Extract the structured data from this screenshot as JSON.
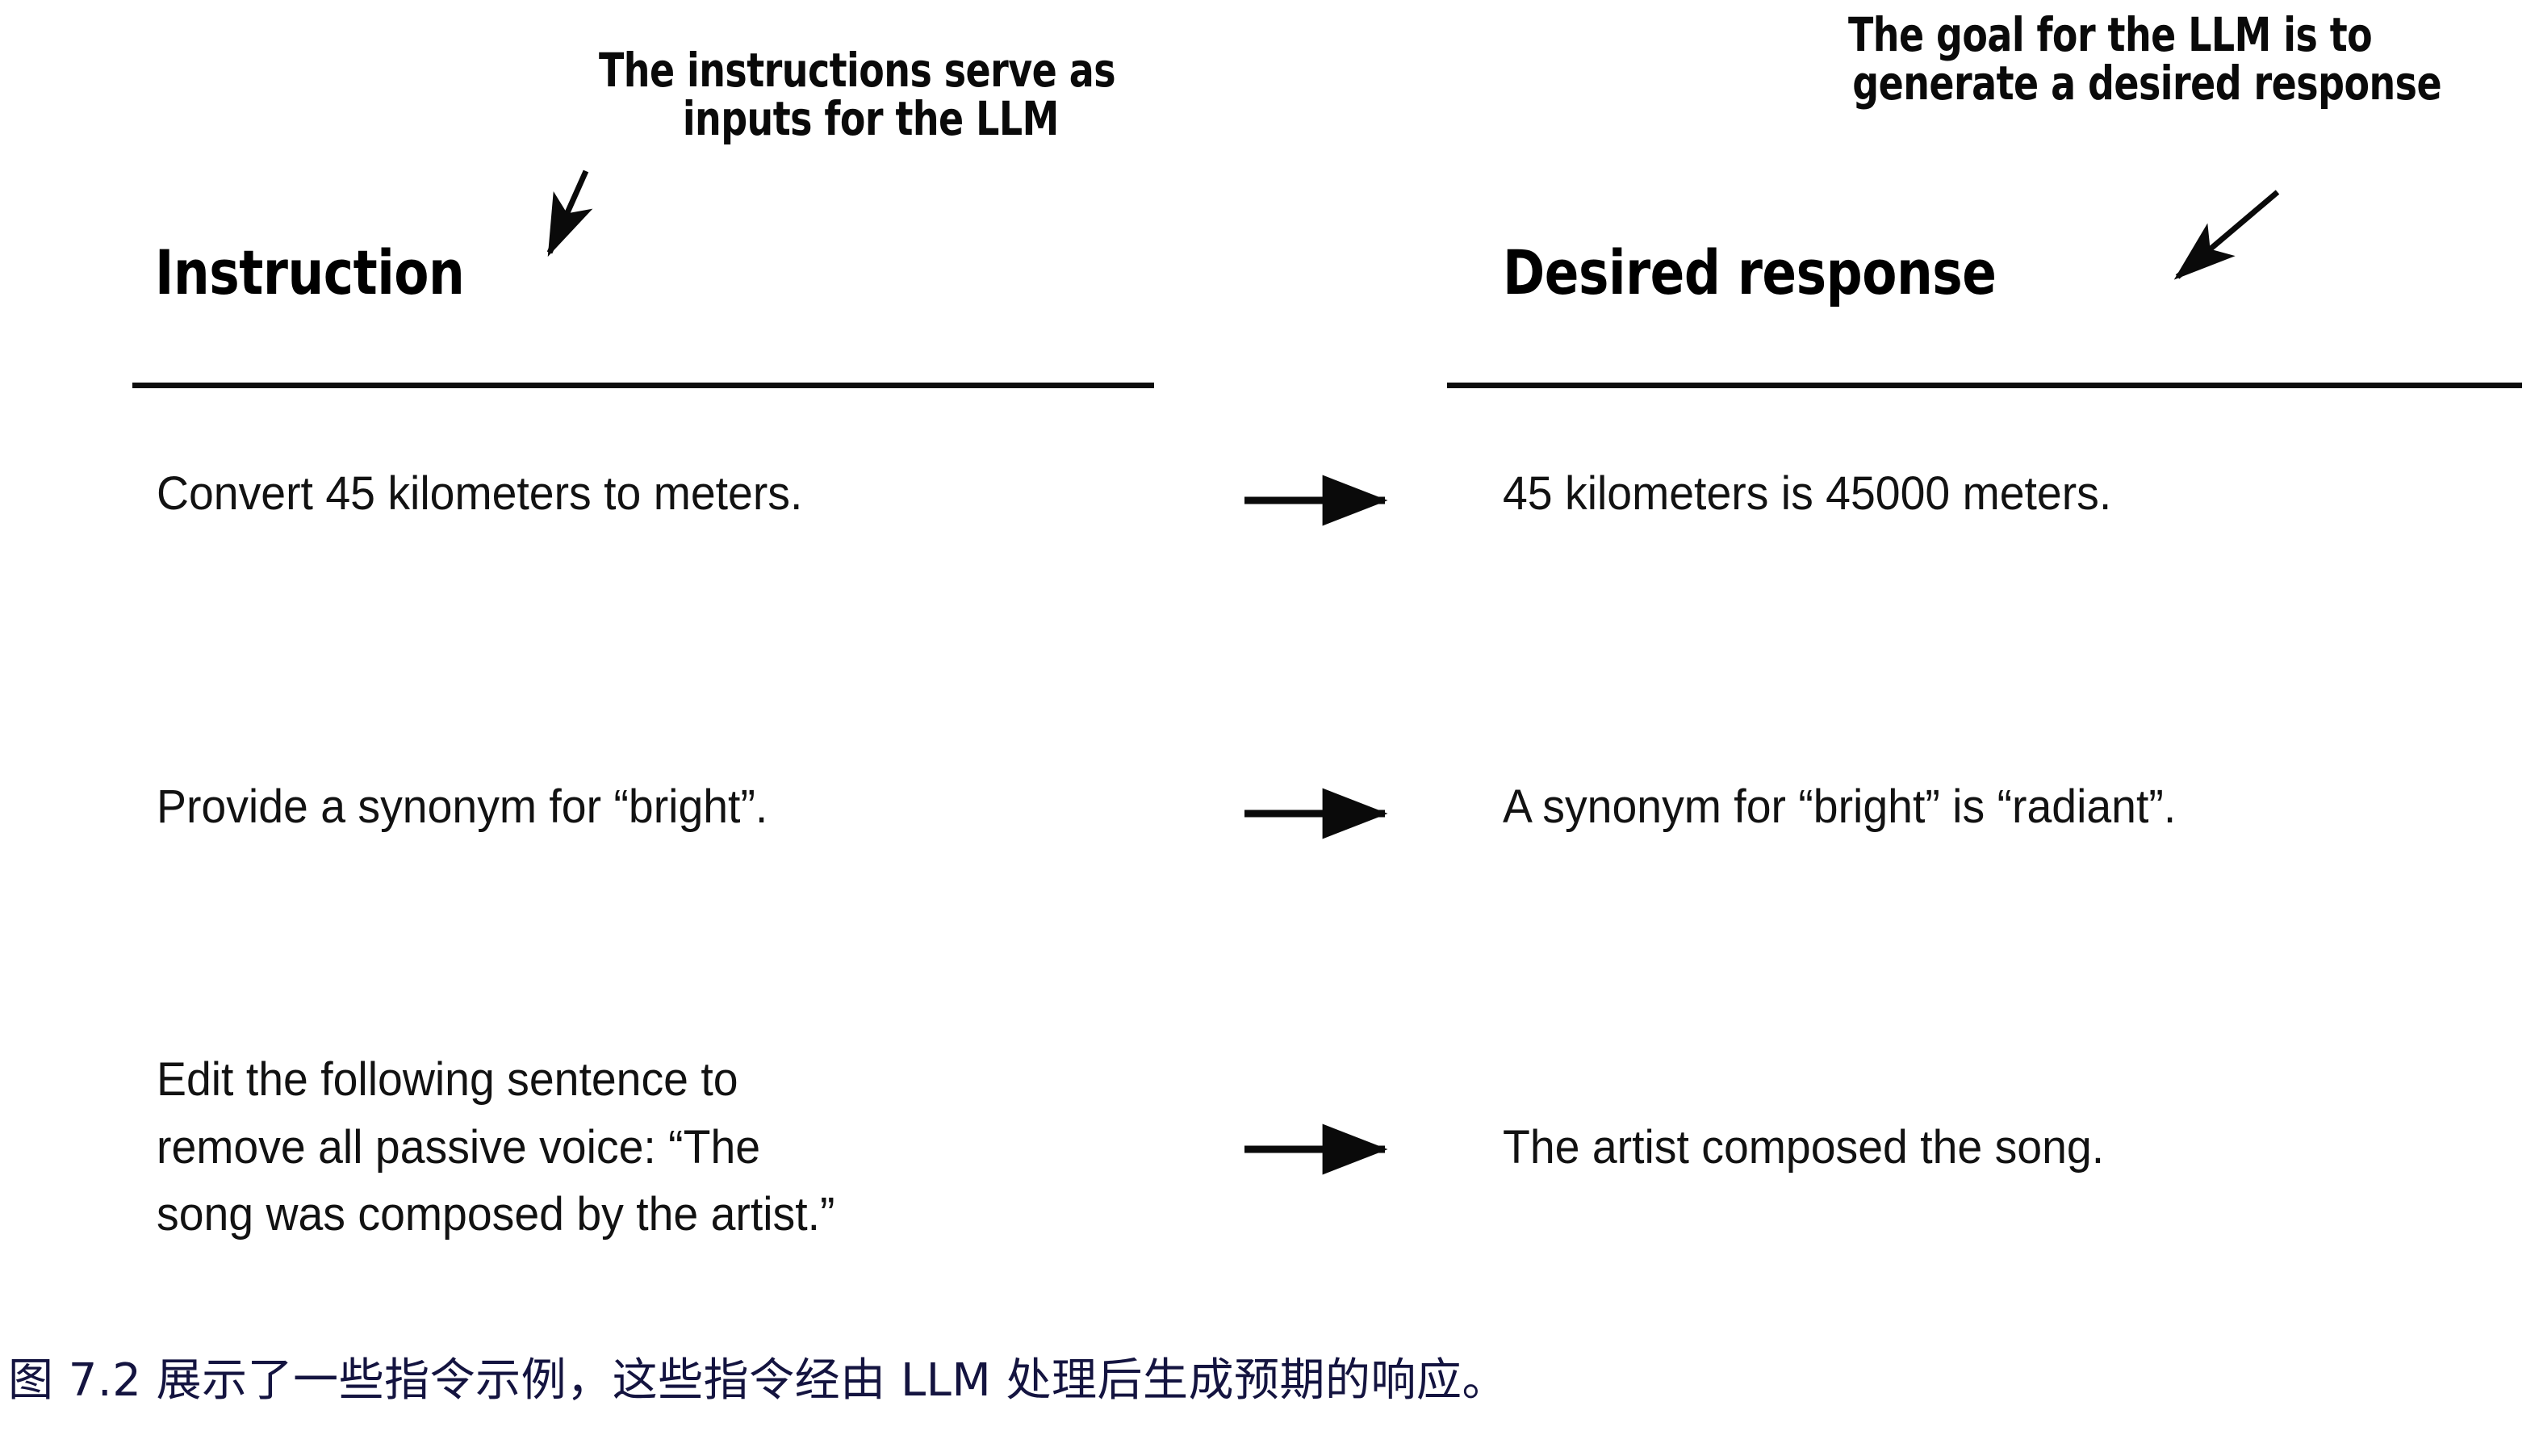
{
  "figure": {
    "callouts": {
      "left": {
        "name": "instruction-callout",
        "line1": "The instructions serve as",
        "line2": "inputs for the LLM",
        "arrow": "diagonal-arrow-down-left"
      },
      "right": {
        "name": "response-callout",
        "line1": "The goal for the LLM is to",
        "line2": "generate a desired response",
        "arrow": "diagonal-arrow-down-left"
      }
    },
    "columns": {
      "left_header": "Instruction",
      "right_header": "Desired response"
    },
    "connector_icon": "right-arrow-icon",
    "rows": [
      {
        "instruction": "Convert 45 kilometers to meters.",
        "response": "45 kilometers is 45000 meters."
      },
      {
        "instruction": "Provide a synonym for “bright”.",
        "response": "A synonym for “bright” is “radiant”."
      },
      {
        "instruction": "Edit the following sentence to\nremove all passive voice: “The\nsong was composed by the artist.”",
        "response": "The artist composed the song."
      }
    ],
    "caption": "图 7.2 展示了一些指令示例，这些指令经由 LLM 处理后生成预期的响应。",
    "colors": {
      "ink": "#000000",
      "body_ink": "#121212",
      "caption_ink": "#141440",
      "background": "#ffffff"
    }
  }
}
